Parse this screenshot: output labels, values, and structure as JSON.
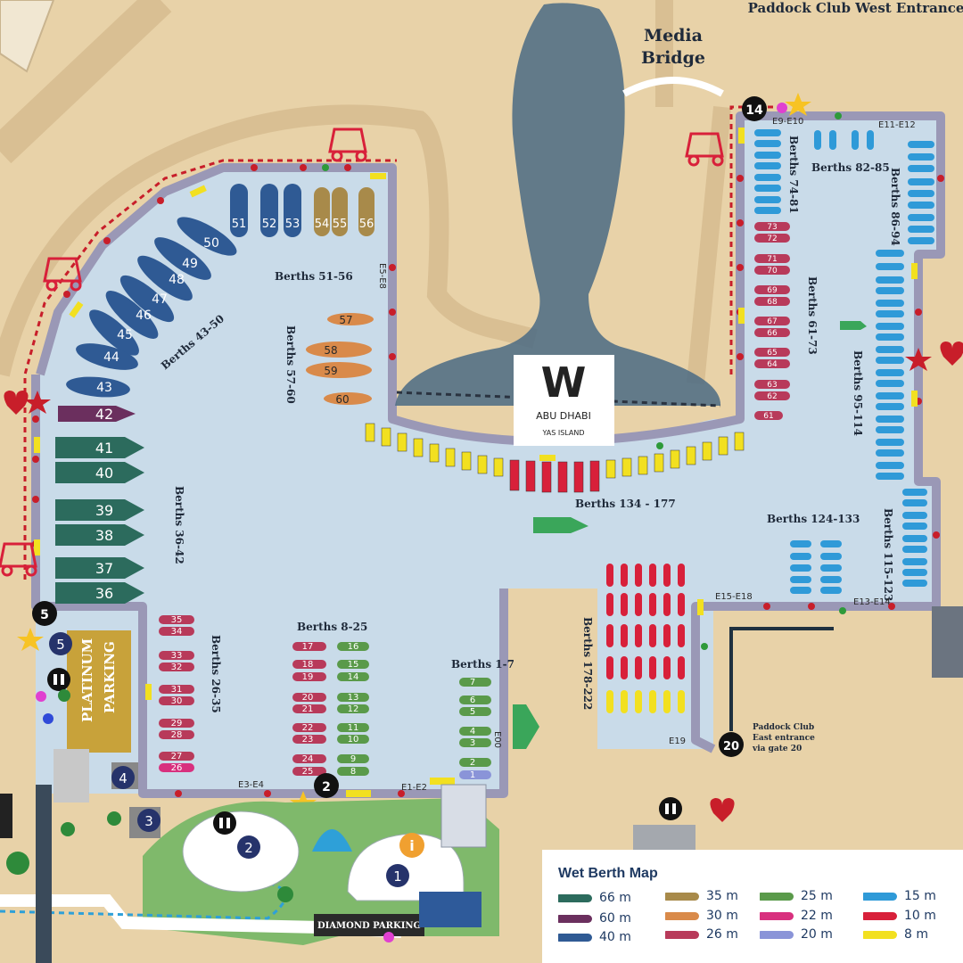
{
  "top_labels": {
    "paddock_west": "Paddock Club West Entrance",
    "media_bridge_1": "Media",
    "media_bridge_2": "Bridge",
    "paddock_east_1": "Paddock Club",
    "paddock_east_2": "East entrance",
    "paddock_east_3": "via gate 20"
  },
  "hotel": {
    "letter": "W",
    "line1": "ABU DHABI",
    "line2": "YAS ISLAND"
  },
  "berth_labels": {
    "b51_56": "Berths 51-56",
    "b43_50": "Berths 43-50",
    "b57_60": "Berths 57-60",
    "b36_42": "Berths 36-42",
    "b26_35": "Berths 26-35",
    "b8_25": "Berths 8-25",
    "b1_7": "Berths 1-7",
    "b134_177": "Berths 134 - 177",
    "b178_222": "Berths 178-222",
    "b124_133": "Berths 124-133",
    "b115_123": "Berths 115-123",
    "b95_114": "Berths 95-114",
    "b61_73": "Berths 61-73",
    "b74_81": "Berths 74-81",
    "b82_85": "Berths 82-85",
    "b86_94": "Berths 86-94"
  },
  "pier_codes": {
    "e9e10": "E9-E10",
    "e11e12": "E11-E12",
    "e5e8": "E5-E8",
    "e3e4": "E3-E4",
    "e1e2": "E1-E2",
    "e15e18": "E15-E18",
    "e13e14": "E13-E14",
    "e19": "E19",
    "e00": "E00"
  },
  "markers": {
    "m14": "14",
    "m5": "5",
    "m2": "2",
    "m20": "20",
    "zone5": "5",
    "zone4": "4",
    "zone3": "3",
    "zone2": "2",
    "zone1": "1"
  },
  "parking": {
    "platinum_1": "PLATINUM",
    "platinum_2": "PARKING",
    "diamond": "DIAMOND PARKING"
  },
  "boats": {
    "west_big": [
      "42",
      "41",
      "40",
      "39",
      "38",
      "37",
      "36"
    ],
    "west_diag": [
      "50",
      "49",
      "48",
      "47",
      "46",
      "45",
      "44",
      "43"
    ],
    "north": [
      "51",
      "52",
      "53",
      "54",
      "55",
      "56"
    ],
    "b57_60": [
      "57",
      "58",
      "59",
      "60"
    ],
    "b26_35": [
      "35",
      "34",
      "33",
      "32",
      "31",
      "30",
      "29",
      "28",
      "27",
      "26"
    ],
    "b8_25_left": [
      "17",
      "18",
      "19",
      "20",
      "21",
      "22",
      "23",
      "24",
      "25"
    ],
    "b8_25_right": [
      "16",
      "15",
      "14",
      "13",
      "12",
      "11",
      "10",
      "9",
      "8"
    ],
    "b1_7": [
      "7",
      "6",
      "5",
      "4",
      "3",
      "2",
      "1"
    ],
    "b61_73": [
      "73",
      "72",
      "71",
      "70",
      "69",
      "68",
      "67",
      "66",
      "65",
      "64",
      "63",
      "62",
      "61"
    ]
  },
  "legend": {
    "title": "Wet Berth Map",
    "items": [
      {
        "label": "66 m",
        "color": "#2c6b5d"
      },
      {
        "label": "60 m",
        "color": "#6b2f5e"
      },
      {
        "label": "40 m",
        "color": "#2f5a94"
      },
      {
        "label": "35 m",
        "color": "#a88a4a"
      },
      {
        "label": "30 m",
        "color": "#d98a4a"
      },
      {
        "label": "26 m",
        "color": "#b83a5a"
      },
      {
        "label": "25 m",
        "color": "#5a9a4a"
      },
      {
        "label": "22 m",
        "color": "#d8307e"
      },
      {
        "label": "20 m",
        "color": "#8a94d8"
      },
      {
        "label": "15 m",
        "color": "#2f9ad8"
      },
      {
        "label": "10 m",
        "color": "#d8203a"
      },
      {
        "label": "8 m",
        "color": "#f2e020"
      }
    ]
  },
  "colors": {
    "water": "#c9dbe9",
    "pier": "#9a98b6",
    "land": "#e8d2a8",
    "road": "#d9bf93",
    "green": "#7fb96b"
  }
}
